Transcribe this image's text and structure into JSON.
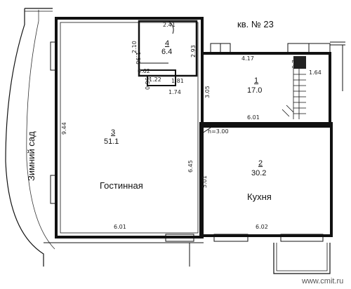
{
  "plan": {
    "apartment_label": "кв. № 23",
    "winter_garden_label": "Зимний сад",
    "watermark": "www.cmit.ru",
    "rooms": [
      {
        "number": "1",
        "area": "17.0",
        "name": ""
      },
      {
        "number": "2",
        "area": "30.2",
        "name": "Кухня"
      },
      {
        "number": "3",
        "area": "51.1",
        "name": "Гостинная"
      },
      {
        "number": "4",
        "area": "6.4",
        "name": ""
      }
    ],
    "dimensions": {
      "d_241": "2.41",
      "d_210": "2.10",
      "d_198": "1.98",
      "d_293": "2.93",
      "d_417": "4.17",
      "d_07": "0.7",
      "d_164": "1.64",
      "d_062": "0.62",
      "d_096": "0.96",
      "d_122": "1.22",
      "d_181": "1.81",
      "d_174": "1.74",
      "d_305": "3.05",
      "d_601_top": "6.01",
      "d_h300": "h=3.00",
      "d_944": "9.44",
      "d_645": "6.45",
      "d_501": "5.01",
      "d_601_bottom": "6.01",
      "d_602": "6.02"
    }
  }
}
